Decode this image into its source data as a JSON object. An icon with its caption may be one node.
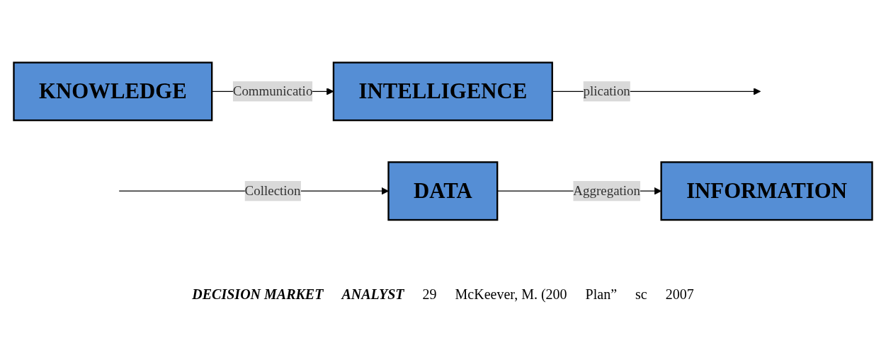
{
  "diagram": {
    "nodes": [
      {
        "text": [
          "DATA"
        ]
      },
      {
        "text": [
          "INFORMATION"
        ]
      },
      {
        "text": [
          "INTELLIGENCE"
        ]
      },
      {
        "text": [
          "KNOWLEDGE"
        ]
      }
    ],
    "edges": [
      {
        "from": null,
        "to": 0,
        "arrow": "to",
        "label": "Collection"
      },
      {
        "from": 0,
        "to": 1,
        "arrow": "to",
        "label": "Aggregation"
      },
      {
        "from": 3,
        "to": 2,
        "arrow": "to",
        "label": "Communicatio"
      },
      {
        "from": 2,
        "to": null,
        "arrow": "to",
        "label": "plication"
      }
    ],
    "labels": [
      "DECISION MARKET",
      "ANALYST",
      "29",
      "McKeever, M. (200",
      "Plan”",
      "sc",
      "2007"
    ]
  }
}
